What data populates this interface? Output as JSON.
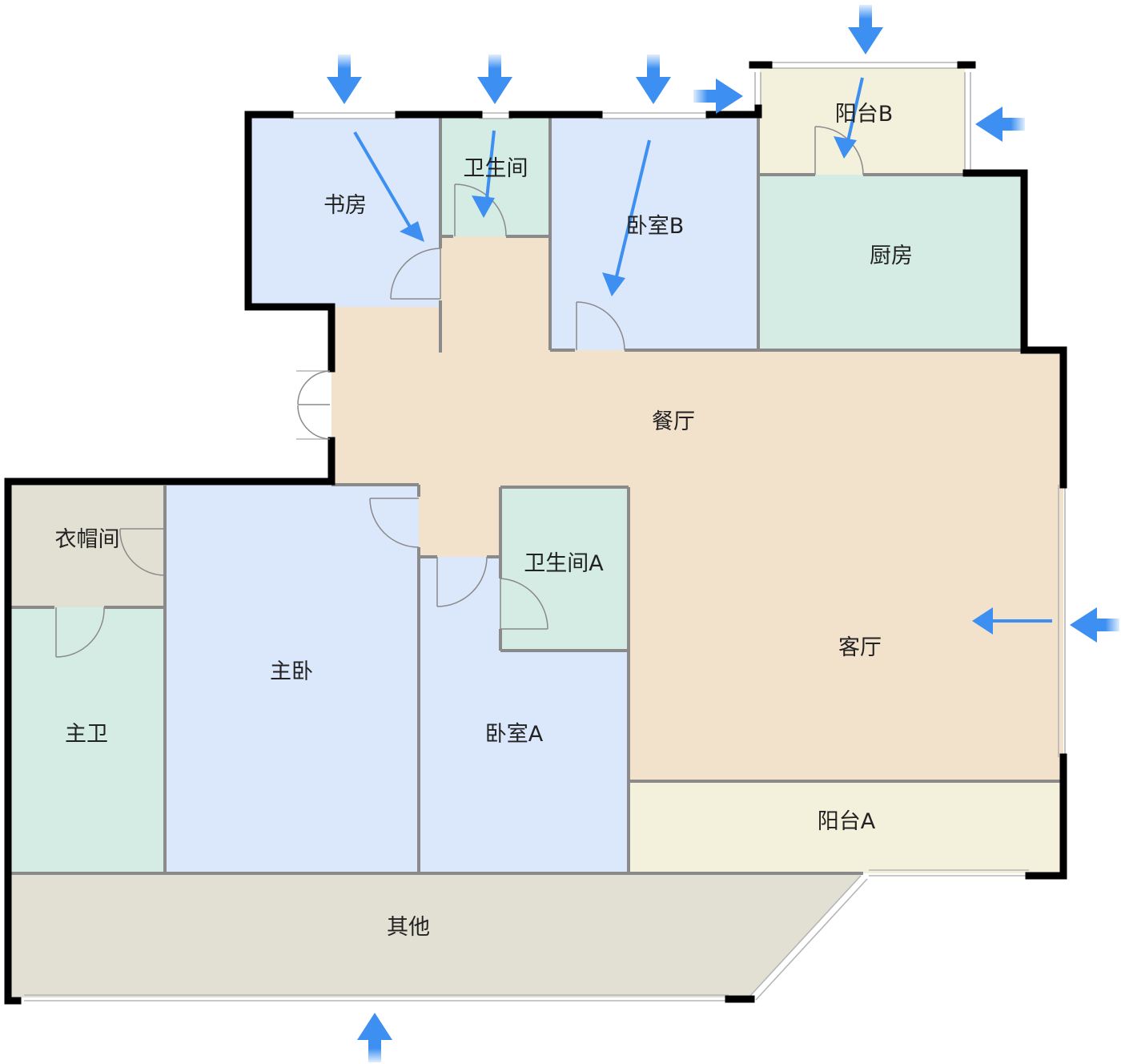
{
  "rooms": {
    "study": "书房",
    "bathroom_top": "卫生间",
    "bedroom_b": "卧室B",
    "balcony_b": "阳台B",
    "kitchen": "厨房",
    "dining": "餐厅",
    "cloakroom": "衣帽间",
    "master_bath": "主卫",
    "master_bedroom": "主卧",
    "bathroom_a": "卫生间A",
    "bedroom_a": "卧室A",
    "living": "客厅",
    "balcony_a": "阳台A",
    "other": "其他"
  },
  "colors": {
    "bedroom": "#dbe7fb",
    "bath": "#d4ece4",
    "living": "#f2e1cb",
    "balcony": "#f3f1dc",
    "utility": "#e1e0d2",
    "wall": "#000000",
    "arrow": "#3d8ff2"
  }
}
